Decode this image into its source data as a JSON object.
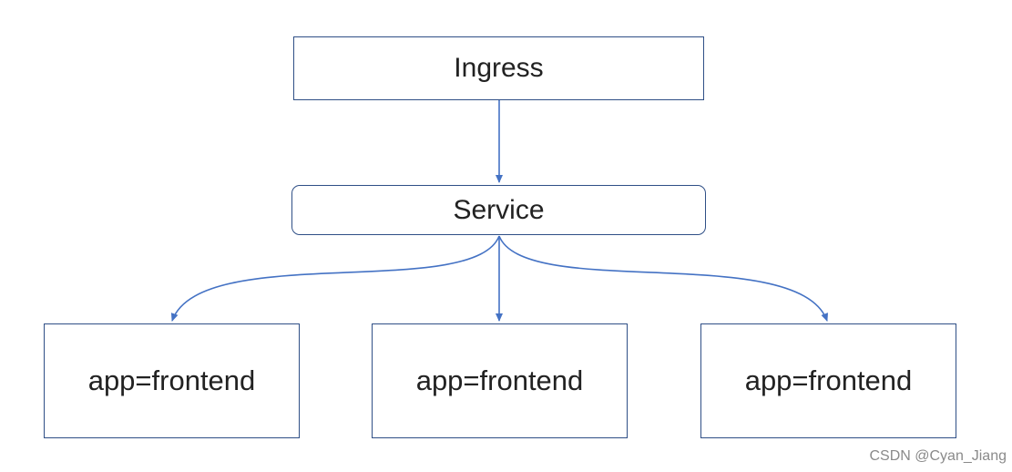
{
  "diagram": {
    "top_node": {
      "label": "Ingress"
    },
    "middle_node": {
      "label": "Service"
    },
    "pods": [
      {
        "label": "app=frontend"
      },
      {
        "label": "app=frontend"
      },
      {
        "label": "app=frontend"
      }
    ],
    "edge_color": "#4472c4",
    "border_color": "#2f4f86"
  },
  "watermark": {
    "text": "CSDN @Cyan_Jiang"
  }
}
